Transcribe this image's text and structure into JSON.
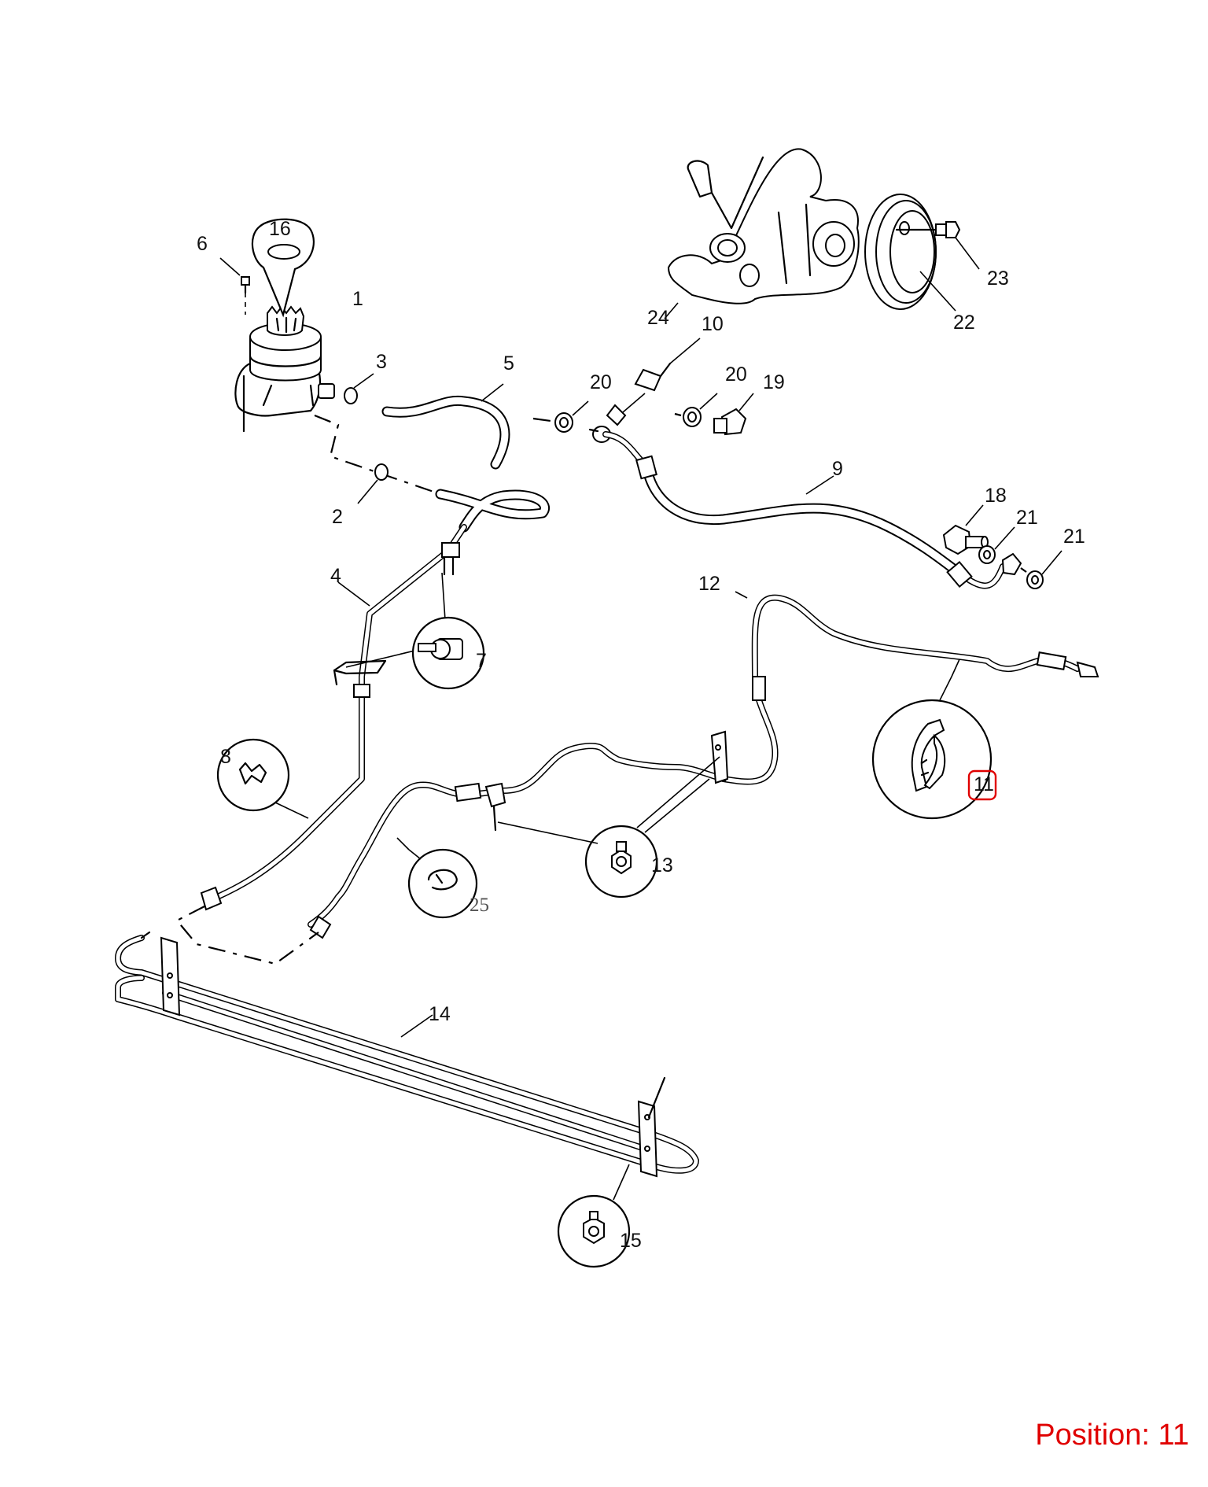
{
  "callouts": {
    "c1": "1",
    "c2": "2",
    "c3": "3",
    "c4": "4",
    "c5": "5",
    "c6": "6",
    "c7": "7",
    "c8": "8",
    "c9": "9",
    "c10": "10",
    "c11": "11",
    "c12": "12",
    "c13": "13",
    "c14": "14",
    "c15": "15",
    "c16": "16",
    "c18": "18",
    "c19": "19",
    "c20a": "20",
    "c20b": "20",
    "c21a": "21",
    "c21b": "21",
    "c22": "22",
    "c23": "23",
    "c24": "24",
    "c25": "25"
  },
  "position": {
    "label": "Position: 11"
  },
  "colors": {
    "highlight": "#e00000",
    "line": "#000000",
    "background": "#ffffff"
  }
}
